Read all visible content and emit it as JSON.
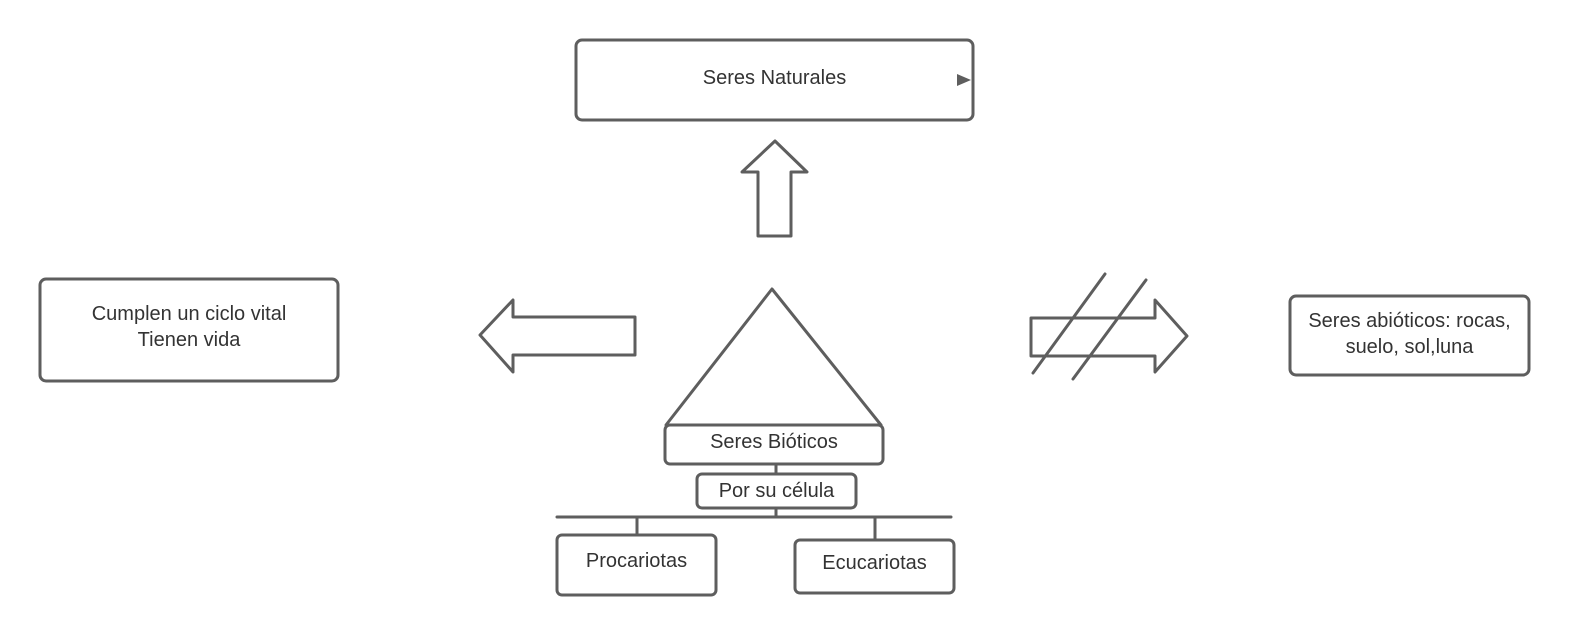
{
  "diagram": {
    "stroke_color": "#5e5e5e",
    "text_color": "#333333",
    "nodes": {
      "seres_naturales": {
        "label": "Seres Naturales"
      },
      "caracteristicas": {
        "line1": "Cumplen un ciclo vital",
        "line2": "Tienen vida"
      },
      "seres_abioticos": {
        "line1": "Seres abióticos: rocas,",
        "line2": "suelo, sol,luna"
      },
      "seres_bioticos": {
        "label": "Seres Bióticos"
      },
      "por_su_celula": {
        "label": "Por su célula"
      },
      "procariotas": {
        "label": "Procariotas"
      },
      "eucariotas": {
        "label": "Ecucariotas"
      }
    },
    "arrows": [
      {
        "name": "arrow-up",
        "icon": "arrow-up-icon",
        "from": "seres_bioticos",
        "to": "seres_naturales"
      },
      {
        "name": "arrow-left",
        "icon": "arrow-left-icon",
        "from": "seres_bioticos",
        "to": "caracteristicas"
      },
      {
        "name": "arrow-right-crossed",
        "icon": "arrow-right-crossed-icon",
        "from": "seres_bioticos",
        "to": "seres_abioticos",
        "negated": true
      }
    ]
  }
}
